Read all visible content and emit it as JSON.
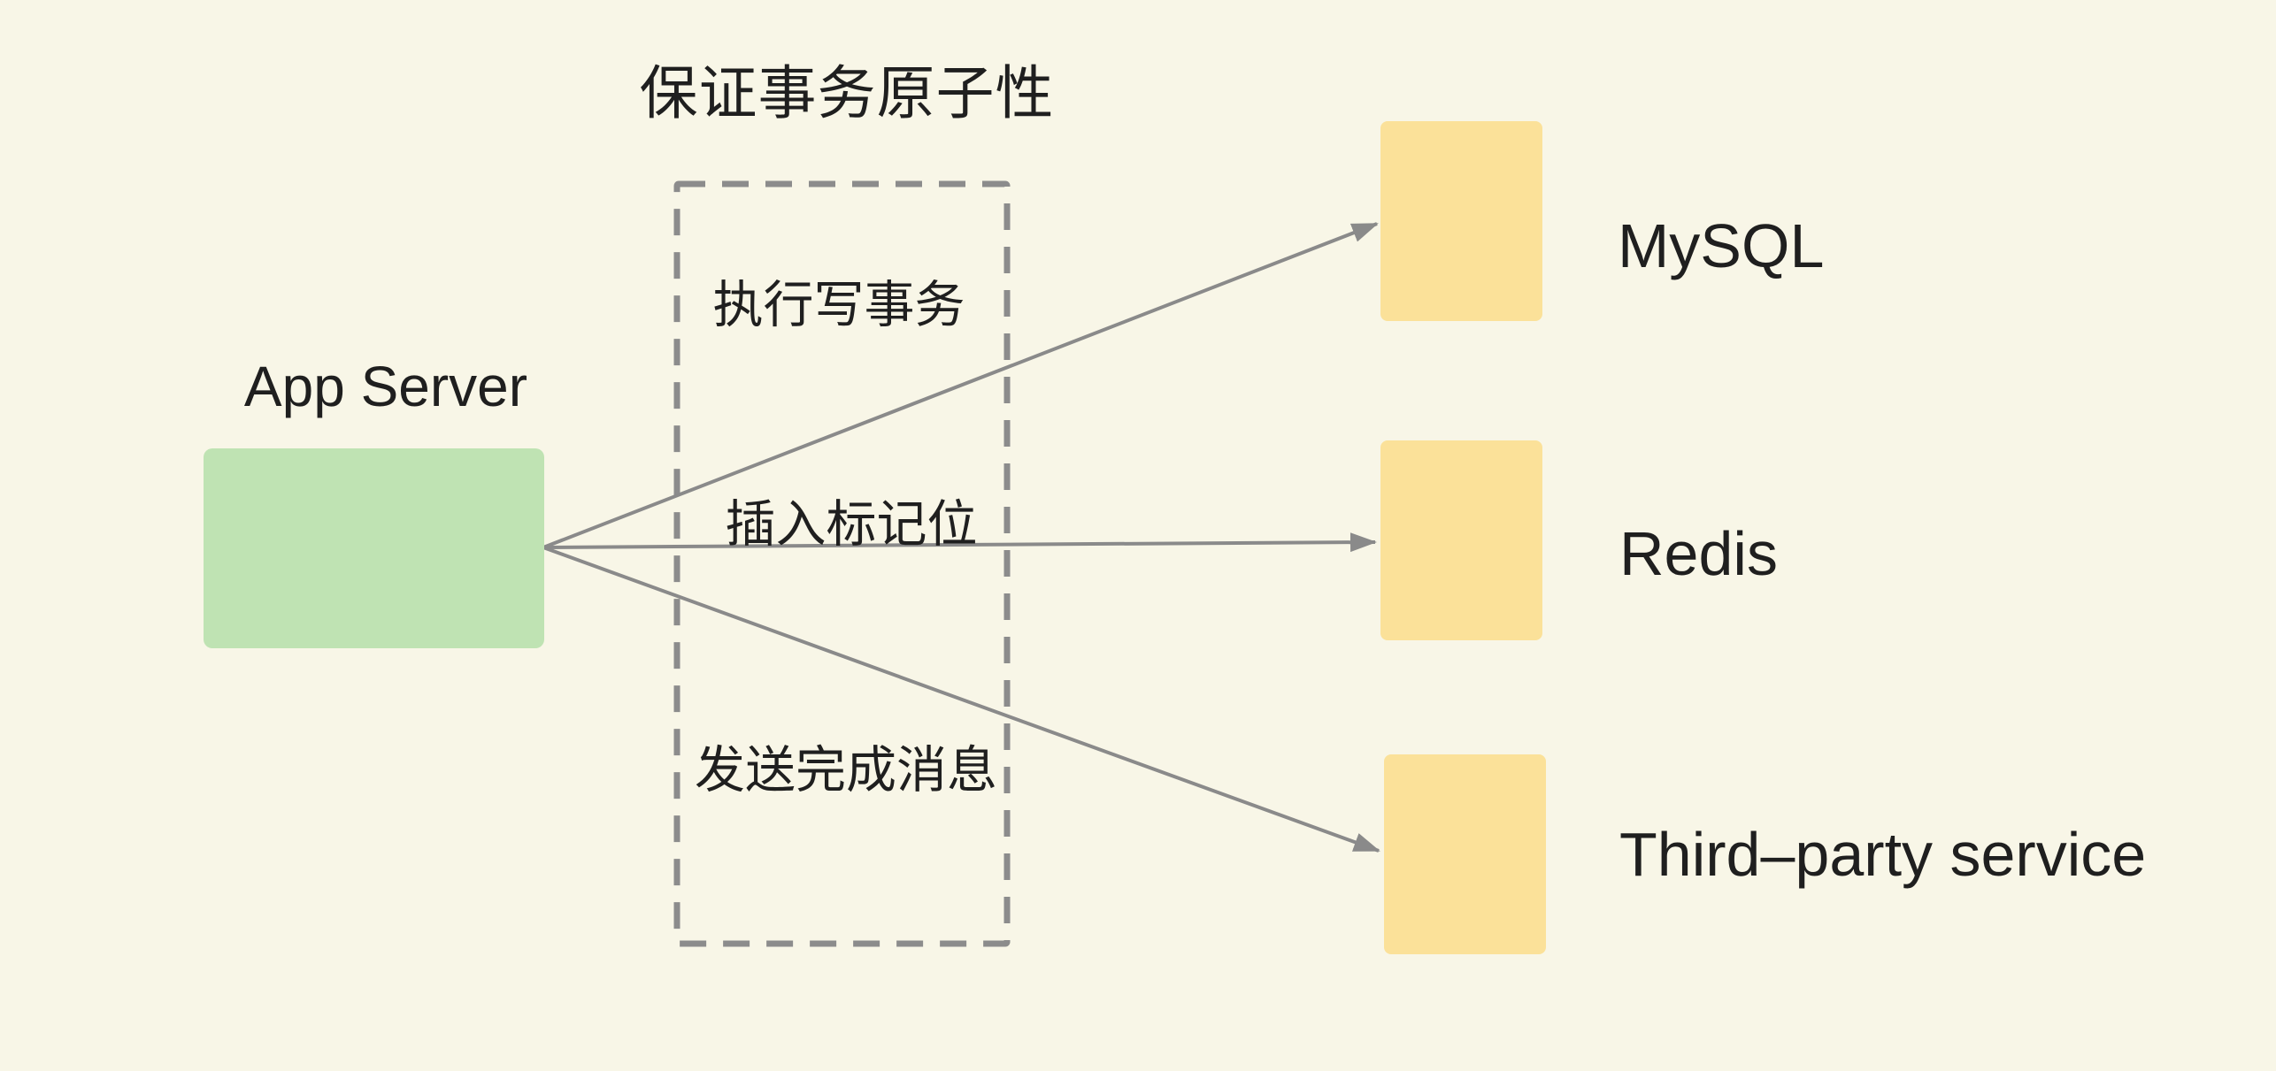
{
  "title": {
    "text": "保证事务原子性"
  },
  "app_server": {
    "label": "App Server"
  },
  "transaction_box": {
    "steps": [
      {
        "label": "执行写事务"
      },
      {
        "label": "插入标记位"
      },
      {
        "label": "发送完成消息"
      }
    ]
  },
  "targets": [
    {
      "label": "MySQL"
    },
    {
      "label": "Redis"
    },
    {
      "label": "Third–party service"
    }
  ],
  "colors": {
    "background": "#F8F6E7",
    "app_server_fill": "#BFE3B3",
    "target_fill": "#FBE199",
    "arrow_line": "#8A8A8A",
    "dashed_border": "#8C8C8C",
    "text": "#1F1F1F"
  }
}
